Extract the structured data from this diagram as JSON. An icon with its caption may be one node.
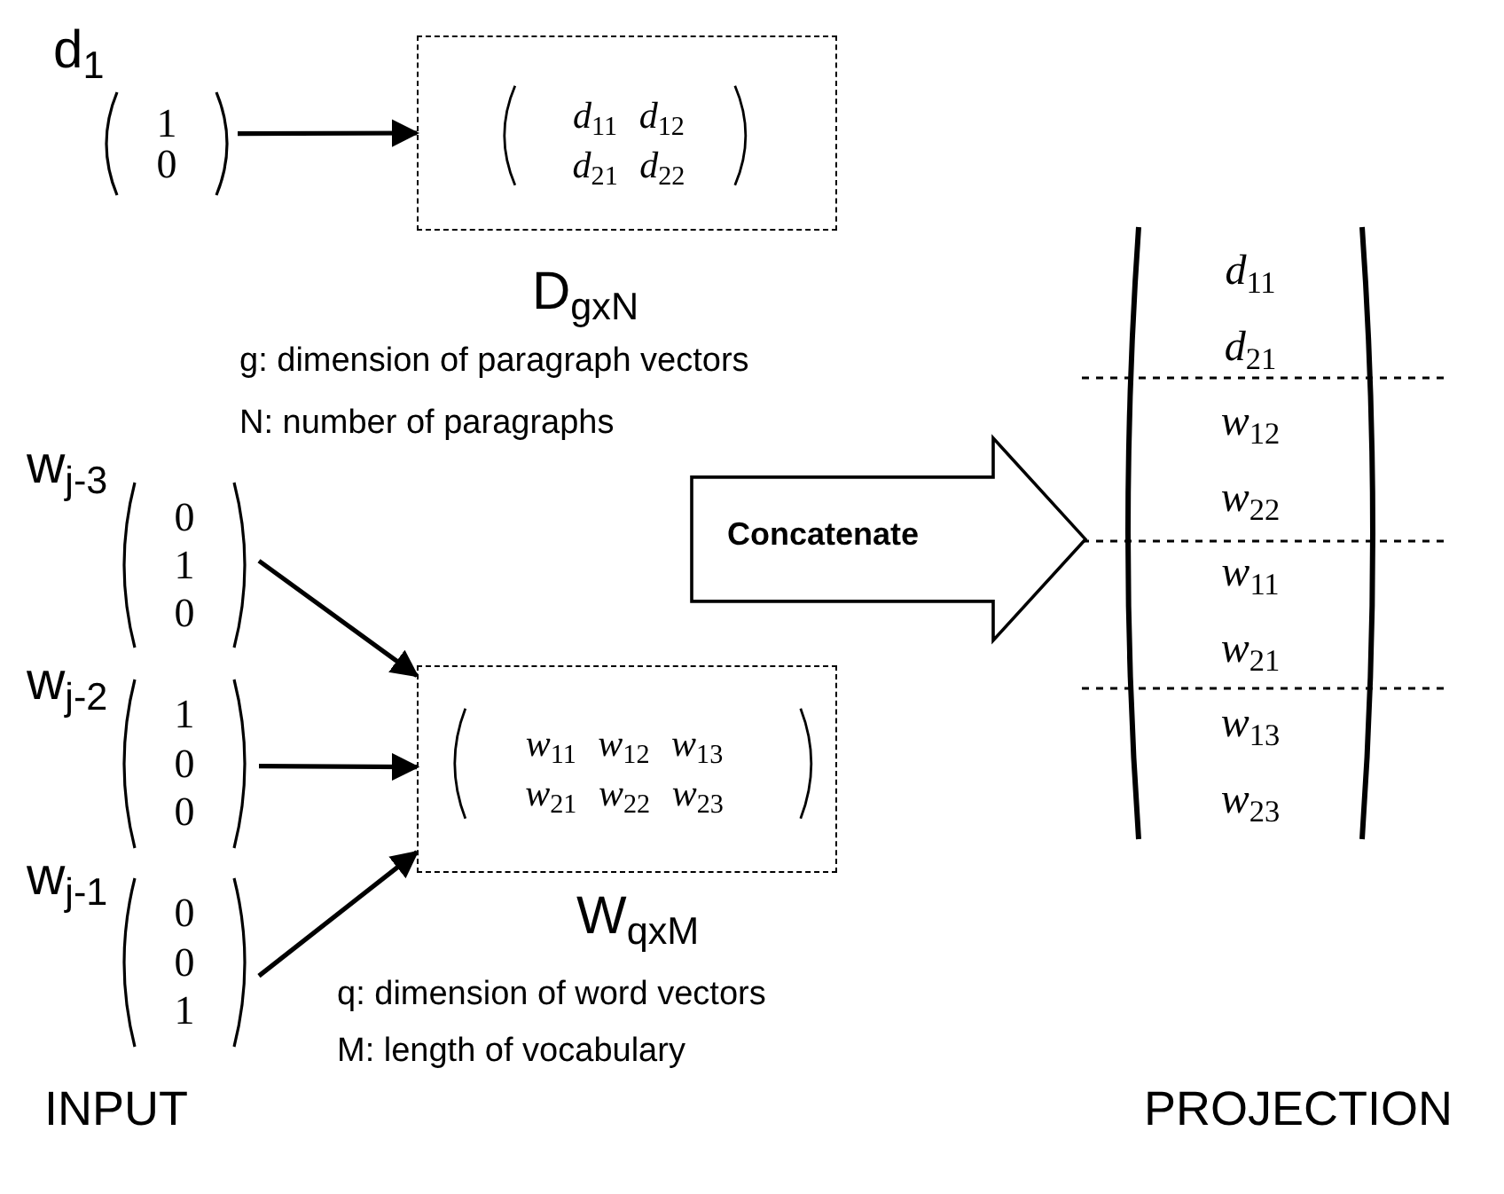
{
  "diagram": {
    "nodes": [
      {
        "text": [
          "d$_{1}$",
          "1 0"
        ]
      },
      {
        "text": [
          "*d*$_{11}$ *d*$_{12}$ *d*$_{21}$ *d*$_{22}$"
        ],
        "beside": [
          "D$_{gxN}$",
          "g: dimension of paragraph vectors",
          "N: number of paragraphs"
        ]
      },
      {
        "text": [
          "w$_{j-3}$",
          "0 1 0"
        ]
      },
      {
        "text": [
          "w$_{j-2}$",
          "1 0 0"
        ]
      },
      {
        "text": [
          "w$_{j-1}$",
          "0 0 1"
        ]
      },
      {
        "text": [
          "*w*$_{11}$ *w*$_{12}$ *w*$_{13}$ *w*$_{21}$ *w*$_{22}$ *w*$_{23}$"
        ],
        "beside": [
          "W$_{qxM}$",
          "q: dimension of word vectors",
          "M: length of vocabulary"
        ]
      },
      {
        "text": [
          "*d*$_{11}$ *d*$_{21}$ *w*$_{12}$ *w*$_{22}$ *w*$_{11}$ *w*$_{21}$ *w*$_{13}$ *w*$_{23}$"
        ]
      }
    ],
    "edges": [
      {
        "from": 0,
        "to": 1,
        "arrow": "to"
      },
      {
        "from": 2,
        "to": 5,
        "arrow": "to"
      },
      {
        "from": 3,
        "to": 5,
        "arrow": "to"
      },
      {
        "from": 4,
        "to": 5,
        "arrow": "to"
      },
      {
        "from": null,
        "to": 6,
        "arrow": "to",
        "label": "Concatenate",
        "style": "thick"
      }
    ],
    "labels": [
      "INPUT",
      "PROJECTION"
    ]
  }
}
